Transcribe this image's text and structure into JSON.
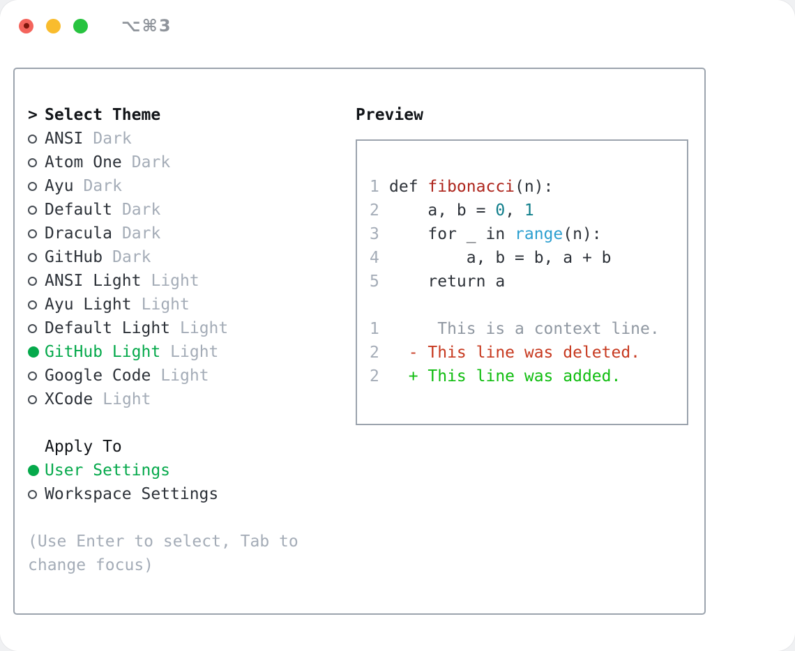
{
  "window": {
    "title": "⌥⌘3",
    "traffic_lights": [
      "close",
      "minimize",
      "zoom"
    ]
  },
  "colors": {
    "accent_green": "#05a94b",
    "added_green": "#10bd10",
    "deleted_red": "#c7391f",
    "function_red": "#ad241b",
    "number_teal": "#0e7d8a",
    "call_blue": "#2b9fd0",
    "text_dark": "#2c3138",
    "dim_gray": "#a4acb7",
    "context_gray": "#8f97a1",
    "border_gray": "#9ba3ad",
    "traffic_red": "#f4645c",
    "traffic_red_dot": "#7f170c",
    "traffic_yellow": "#f9bc2d",
    "traffic_green": "#27c33f",
    "title_gray": "#8f949b"
  },
  "theme_panel": {
    "header": "Select Theme",
    "header_cursor": ">",
    "items": [
      {
        "name": "ANSI",
        "variant": "Dark",
        "selected": false
      },
      {
        "name": "Atom One",
        "variant": "Dark",
        "selected": false
      },
      {
        "name": "Ayu",
        "variant": "Dark",
        "selected": false
      },
      {
        "name": "Default",
        "variant": "Dark",
        "selected": false
      },
      {
        "name": "Dracula",
        "variant": "Dark",
        "selected": false
      },
      {
        "name": "GitHub",
        "variant": "Dark",
        "selected": false
      },
      {
        "name": "ANSI Light",
        "variant": "Light",
        "selected": false
      },
      {
        "name": "Ayu Light",
        "variant": "Light",
        "selected": false
      },
      {
        "name": "Default Light",
        "variant": "Light",
        "selected": false
      },
      {
        "name": "GitHub Light",
        "variant": "Light",
        "selected": true
      },
      {
        "name": "Google Code",
        "variant": "Light",
        "selected": false
      },
      {
        "name": "XCode",
        "variant": "Light",
        "selected": false
      }
    ],
    "apply_header": "Apply To",
    "apply_items": [
      {
        "name": "User Settings",
        "selected": true
      },
      {
        "name": "Workspace Settings",
        "selected": false
      }
    ],
    "hint_lines": [
      "(Use Enter to select, Tab to",
      "change focus)"
    ]
  },
  "preview": {
    "header": "Preview",
    "lines": [
      {
        "no": "1",
        "segs": [
          [
            "def ",
            "code"
          ],
          [
            "fibonacci",
            "func"
          ],
          [
            "(n):",
            "code"
          ]
        ]
      },
      {
        "no": "2",
        "segs": [
          [
            "    a, b = ",
            "code"
          ],
          [
            "0",
            "num"
          ],
          [
            ", ",
            "code"
          ],
          [
            "1",
            "num"
          ]
        ]
      },
      {
        "no": "3",
        "segs": [
          [
            "    for _ in ",
            "code"
          ],
          [
            "range",
            "call"
          ],
          [
            "(n):",
            "code"
          ]
        ]
      },
      {
        "no": "4",
        "segs": [
          [
            "        a, b = b, a + b",
            "code"
          ]
        ]
      },
      {
        "no": "5",
        "segs": [
          [
            "    return a",
            "code"
          ]
        ]
      },
      {
        "no": "",
        "segs": []
      },
      {
        "no": "1",
        "segs": [
          [
            "     This is a context line.",
            "ctx"
          ]
        ]
      },
      {
        "no": "2",
        "segs": [
          [
            "  - This line was deleted.",
            "del"
          ]
        ]
      },
      {
        "no": "2",
        "segs": [
          [
            "  + This line was added.",
            "add"
          ]
        ]
      }
    ]
  }
}
